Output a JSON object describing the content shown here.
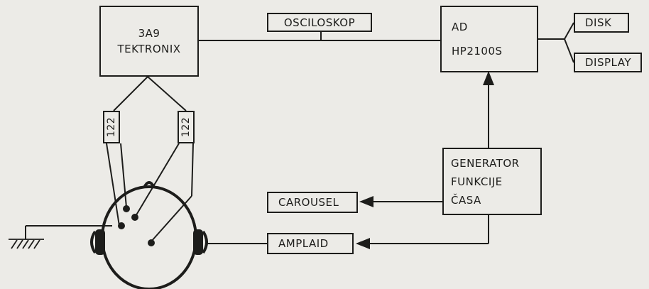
{
  "diagram": {
    "tektronix": [
      "3A9",
      "TEKTRONIX"
    ],
    "osciloskop": "OSCILOSKOP",
    "ad": [
      "AD",
      "HP2100S"
    ],
    "disk": "DISK",
    "display": "DISPLAY",
    "probe_left": "122",
    "probe_right": "122",
    "generator": [
      "GENERATOR",
      "FUNKCIJE",
      "ČASA"
    ],
    "carousel": "CAROUSEL",
    "amplaid": "AMPLAID",
    "colors": {
      "ink": "#1d1d1b",
      "paper": "#ecebe7"
    }
  }
}
